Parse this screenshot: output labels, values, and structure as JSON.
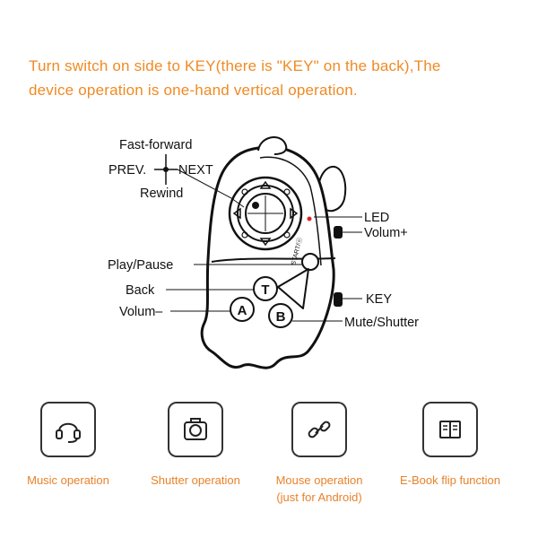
{
  "headline": {
    "line1": "Turn switch on side to KEY(there is \"KEY\" on the back),The",
    "line2": "device operation is one-hand vertical operation."
  },
  "labels": {
    "fast_forward": "Fast-forward",
    "prev": "PREV.",
    "next": "NEXT",
    "rewind": "Rewind",
    "led": "LED",
    "volume_up": "Volum+",
    "start_text": "START/ⓞ",
    "play_pause": "Play/Pause",
    "back": "Back",
    "volume_down": "Volum–",
    "key": "KEY",
    "mute_shutter": "Mute/Shutter",
    "btn_t": "T",
    "btn_a": "A",
    "btn_b": "B"
  },
  "features": [
    {
      "icon": "headset-icon",
      "label": "Music operation",
      "sub": ""
    },
    {
      "icon": "camera-icon",
      "label": "Shutter operation",
      "sub": ""
    },
    {
      "icon": "link-icon",
      "label": "Mouse operation",
      "sub": "(just for Android)"
    },
    {
      "icon": "book-icon",
      "label": "E-Book flip function",
      "sub": ""
    }
  ],
  "colors": {
    "accent": "#f08a24",
    "caption": "#e8822a",
    "line": "#111111",
    "led": "#e02020"
  }
}
